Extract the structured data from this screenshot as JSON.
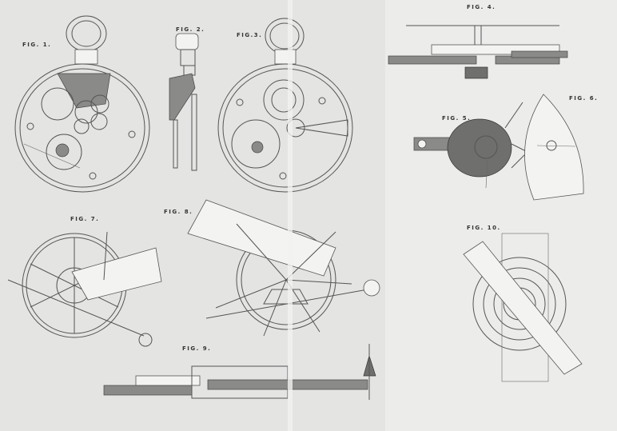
{
  "figures": {
    "fig1": "FIG. 1.",
    "fig2": "FIG. 2.",
    "fig3": "FIG.3.",
    "fig4": "FIG. 4.",
    "fig5": "FIG. 5.",
    "fig6": "FIG. 6.",
    "fig7": "FIG. 7.",
    "fig8": "FIG. 8.",
    "fig9": "FIG. 9.",
    "fig10": "FIG. 10."
  }
}
